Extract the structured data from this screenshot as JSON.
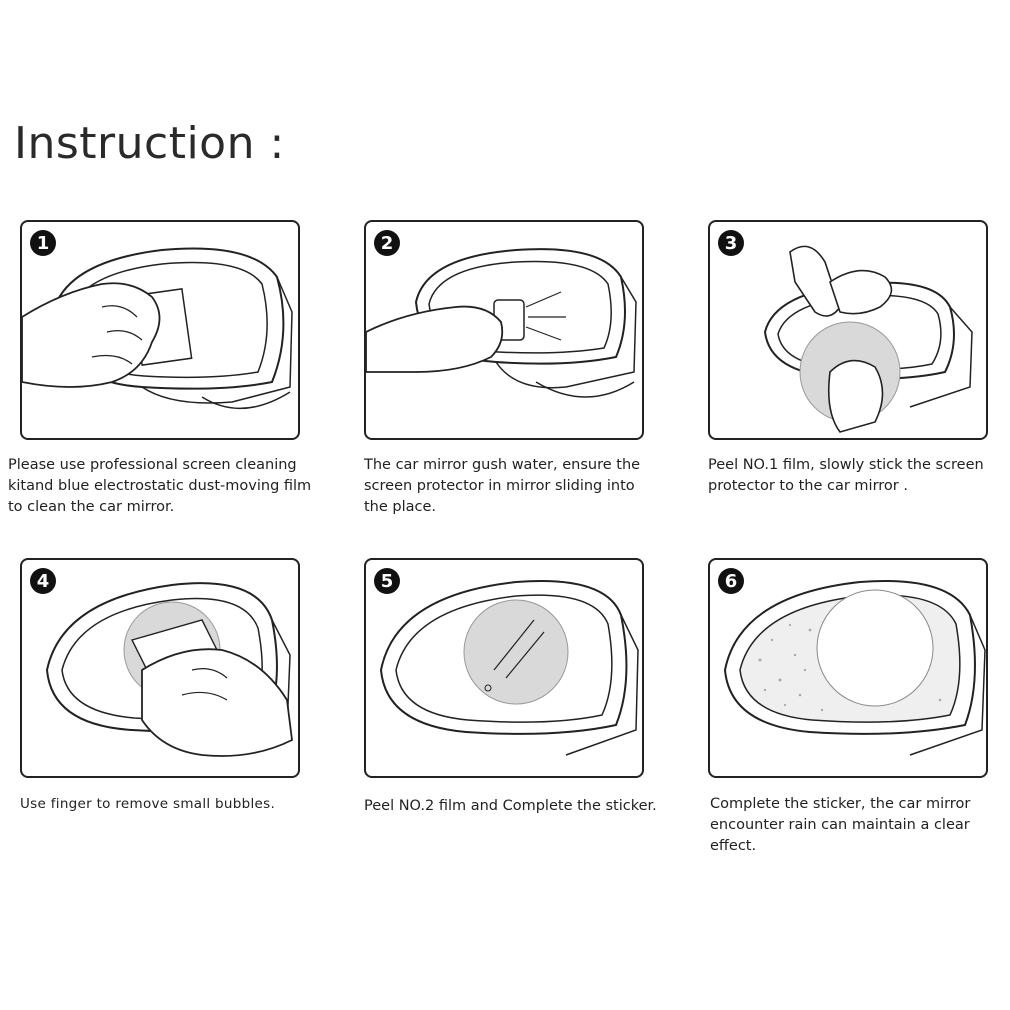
{
  "page": {
    "title": "Instruction :"
  },
  "steps": [
    {
      "number": "1",
      "caption": "Please use professional screen cleaning kitand blue electrostatic dust-moving film to clean the car mirror."
    },
    {
      "number": "2",
      "caption": "The car mirror gush water, ensure the screen protector in mirror sliding into the place."
    },
    {
      "number": "3",
      "caption": "Peel NO.1 film, slowly stick the screen protector to the car mirror ."
    },
    {
      "number": "4",
      "caption": "Use finger to remove small bubbles."
    },
    {
      "number": "5",
      "caption": "Peel NO.2 film and Complete the sticker."
    },
    {
      "number": "6",
      "caption": "Complete the sticker, the car mirror encounter rain can maintain a clear effect."
    }
  ],
  "colors": {
    "outline": "#222222",
    "badge_background": "#111111",
    "film": "#d9d9d9"
  }
}
